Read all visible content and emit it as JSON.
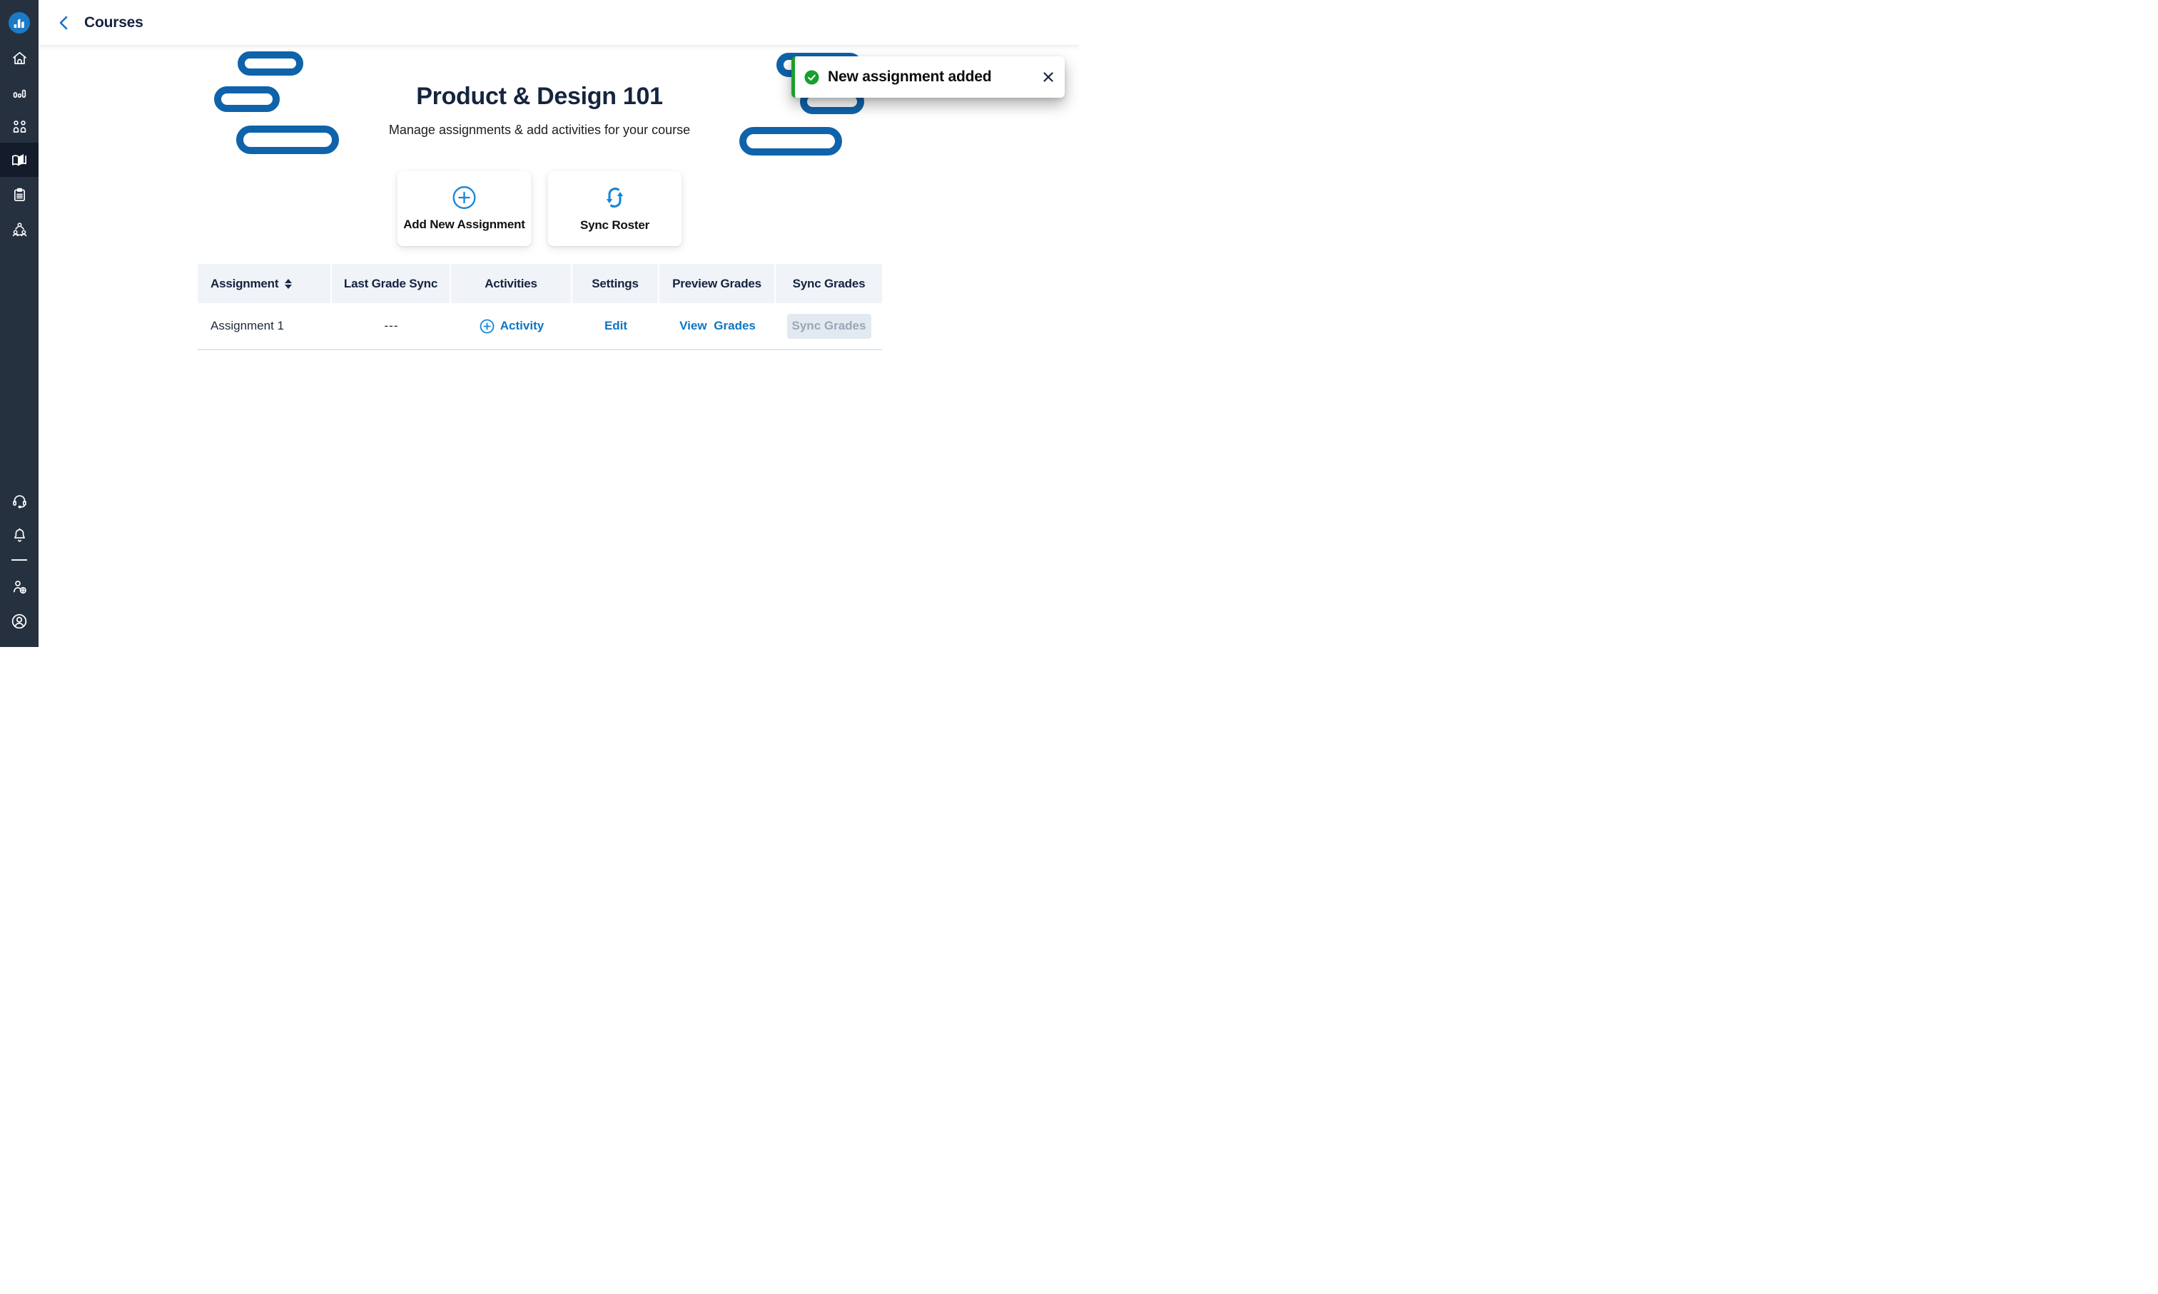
{
  "colors": {
    "sidebar_bg": "#263140",
    "sidebar_active_bg": "#141c2b",
    "logo_blue": "#1a7ac6",
    "pill_blue": "#0f63ab",
    "icon_blue": "#1486d8",
    "link_blue": "#0c76c4",
    "heading_navy": "#16253e",
    "success_green": "#1e9e2a",
    "table_header_bg": "#f0f3f8",
    "disabled_btn_bg": "#e3e9f0"
  },
  "sidebar": {
    "icons": [
      "logo-bar-chart",
      "home",
      "bar-chart",
      "students",
      "open-book",
      "clipboard",
      "community",
      "headset",
      "bell",
      "person-add",
      "user-circle"
    ],
    "active_icon": "open-book"
  },
  "topbar": {
    "back_label": "Courses"
  },
  "toast": {
    "message": "New assignment added",
    "icon": "check-circle",
    "close_icon": "close"
  },
  "hero": {
    "title": "Product & Design 101",
    "subtitle": "Manage assignments & add activities for your course"
  },
  "actions": {
    "add_assignment": {
      "label": "Add New Assignment",
      "icon": "plus-circle"
    },
    "sync_roster": {
      "label": "Sync Roster",
      "icon": "sync-arrows"
    }
  },
  "table": {
    "headers": [
      "Assignment",
      "Last Grade Sync",
      "Activities",
      "Settings",
      "Preview Grades",
      "Sync Grades"
    ],
    "sorted_column": "Assignment",
    "rows": [
      {
        "assignment": "Assignment 1",
        "last_grade_sync": "---",
        "activity_label": "Activity",
        "settings_label": "Edit",
        "preview_label": "View Grades",
        "sync_label": "Sync Grades",
        "sync_state": "disabled"
      }
    ]
  }
}
